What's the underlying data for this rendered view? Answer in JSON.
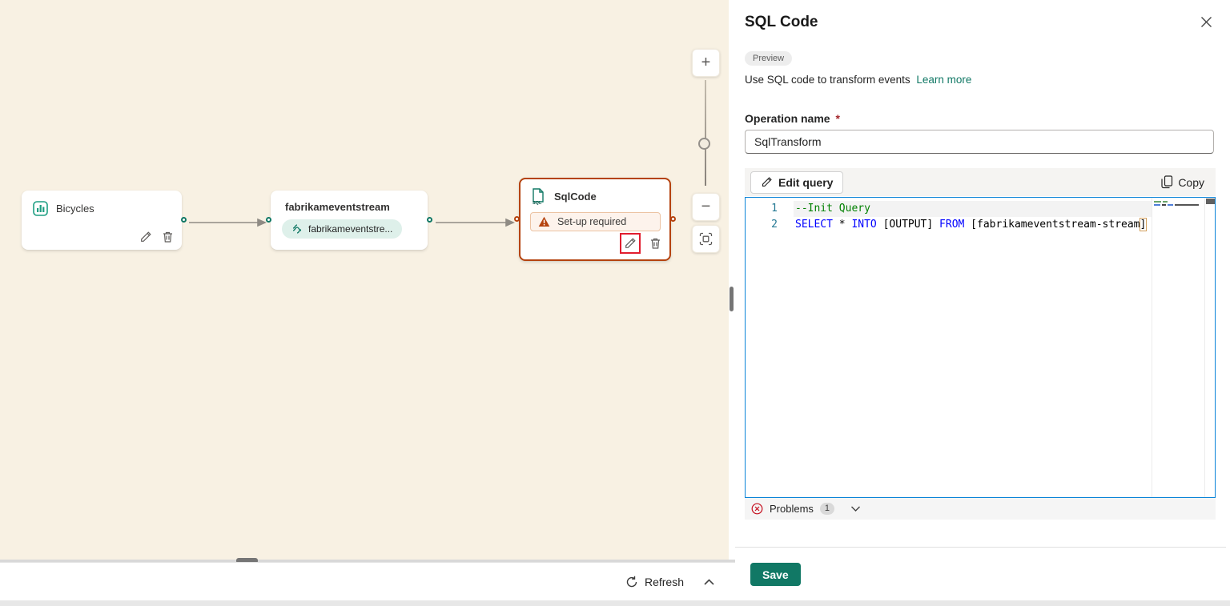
{
  "colors": {
    "brand_teal": "#117865",
    "node_orange": "#b5430f",
    "warning_bg": "#fdf3ec",
    "error_red": "#c50f1f",
    "annotation_red": "#e11d2e",
    "editor_border_blue": "#0b84d8",
    "canvas_beige": "#f8f1e3",
    "keyword_blue": "#0000ff",
    "comment_green": "#008000",
    "line_number_teal": "#237893"
  },
  "icons": {
    "zoom_in": "+",
    "zoom_out": "−"
  },
  "canvas": {
    "nodes": [
      {
        "id": "bicycles",
        "title": "Bicycles"
      },
      {
        "id": "eventstream",
        "title": "fabrikameventstream",
        "stream_badge": "fabrikameventstre..."
      },
      {
        "id": "sqlcode",
        "title": "SqlCode",
        "warning": "Set-up required"
      }
    ],
    "refresh_label": "Refresh"
  },
  "panel": {
    "title": "SQL Code",
    "preview_badge": "Preview",
    "description": "Use SQL code to transform events",
    "learn_more_label": "Learn more",
    "operation_name_label": "Operation name",
    "required_mark": "*",
    "operation_name_value": "SqlTransform",
    "edit_query_label": "Edit query",
    "copy_label": "Copy",
    "editor": {
      "line1": {
        "number": "1",
        "comment": "--Init Query"
      },
      "line2": {
        "number": "2",
        "kw1": "SELECT",
        "t1": " * ",
        "kw2": "INTO",
        "t2": " [OUTPUT] ",
        "kw3": "FROM",
        "t3": " [fabrikameventstream-stream",
        "bracket": "]"
      }
    },
    "problems_label": "Problems",
    "problems_count": "1",
    "save_label": "Save"
  }
}
